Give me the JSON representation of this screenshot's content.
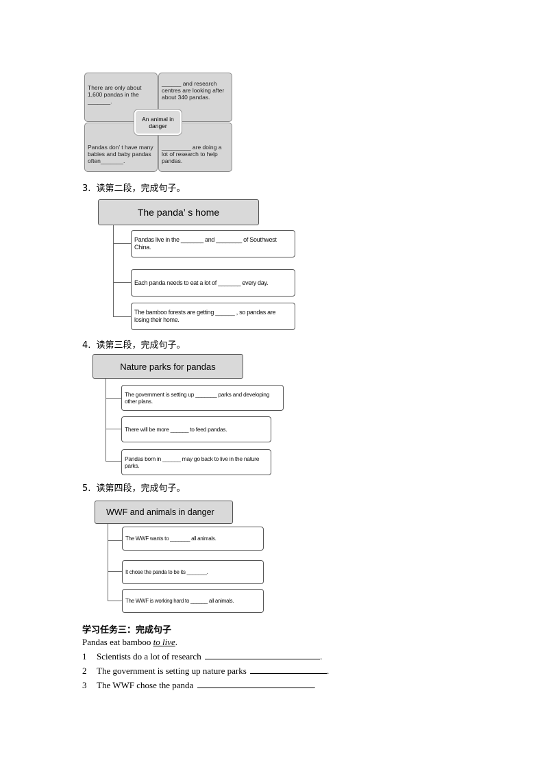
{
  "quad_diagram": {
    "top_left": "There are only about 1,600 pandas in the _______.",
    "top_right": "______ and research centres are looking after about 340 pandas.",
    "bottom_left": "Pandas don’ t have many babies and baby pandas often_______.",
    "bottom_right": "_________ are doing a lot of research to help pandas.",
    "center": "An animal in danger"
  },
  "q3": {
    "number": "3.",
    "instruction": "读第二段，完成句子。",
    "heading": "The panda’ s home",
    "items": [
      "Pandas live in the _______  and ________ of Southwest China.",
      "Each panda needs to eat a lot of _______ every day.",
      "The bamboo forests are getting ______ , so pandas are losing their home."
    ]
  },
  "q4": {
    "number": "4.",
    "instruction": "读第三段，完成句子。",
    "heading": "Nature parks for pandas",
    "items": [
      "The government is setting up _______ parks and developing other plans.",
      "There will be more ______ to feed pandas.",
      "Pandas born in ______ may go back to live in the nature parks."
    ]
  },
  "q5": {
    "number": "5.",
    "instruction": "读第四段，完成句子。",
    "heading": "WWF and animals in danger",
    "items": [
      "The WWF wants to _______ all animals.",
      "It chose the panda to be its _______.",
      "The WWF is working hard to ______ all animals."
    ]
  },
  "task3": {
    "title": "学习任务三：完成句子",
    "example_prefix": "Pandas eat bamboo ",
    "example_emph": "to live",
    "example_suffix": ".",
    "sentences": [
      {
        "num": "1",
        "text": "Scientists do a lot of research"
      },
      {
        "num": "2",
        "text": "The government is setting up nature parks"
      },
      {
        "num": "3",
        "text": "The WWF chose the panda"
      }
    ]
  }
}
